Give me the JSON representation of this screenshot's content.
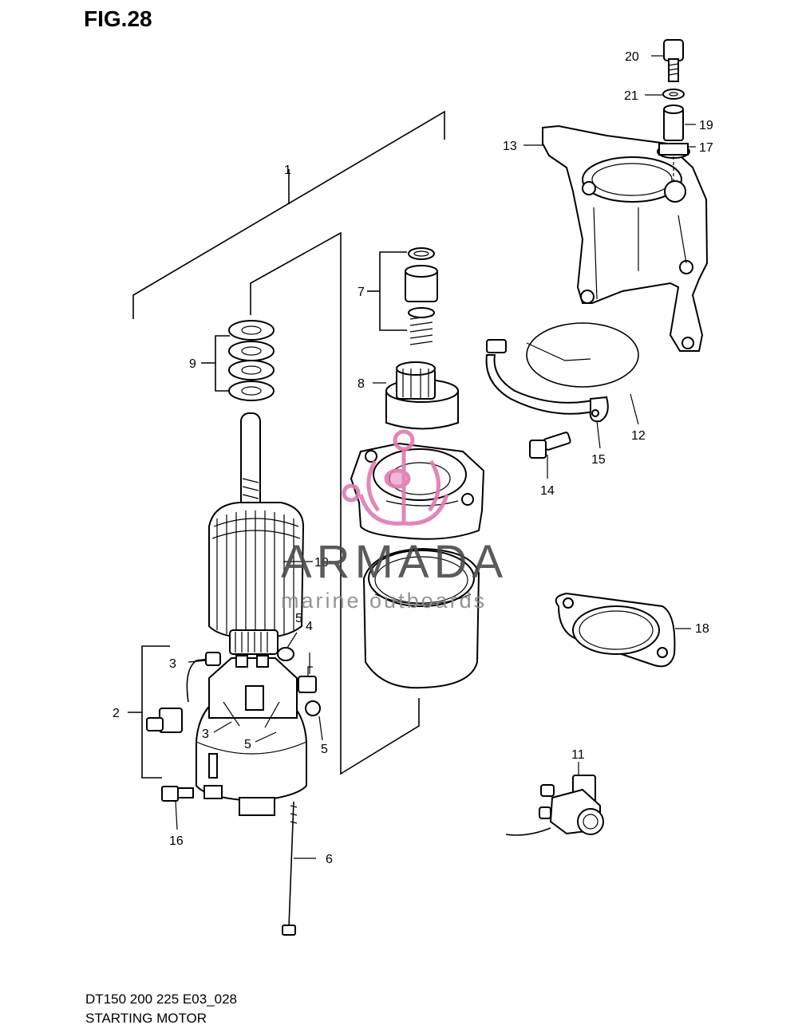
{
  "figure": {
    "title": "FIG.28"
  },
  "footer": {
    "code": "DT150 200 225 E03_028",
    "name": "STARTING MOTOR"
  },
  "watermark": {
    "brand": "ARMADA",
    "tagline": "marine outboards",
    "accent_color": "#e07ab0"
  },
  "callouts": {
    "c1": "1",
    "c2": "2",
    "c3a": "3",
    "c3b": "3",
    "c4": "4",
    "c5a": "5",
    "c5b": "5",
    "c5c": "5",
    "c6": "6",
    "c7": "7",
    "c8": "8",
    "c9": "9",
    "c10": "10",
    "c11": "11",
    "c12": "12",
    "c13": "13",
    "c14": "14",
    "c15": "15",
    "c16": "16",
    "c17": "17",
    "c18": "18",
    "c19": "19",
    "c20": "20",
    "c21": "21"
  }
}
